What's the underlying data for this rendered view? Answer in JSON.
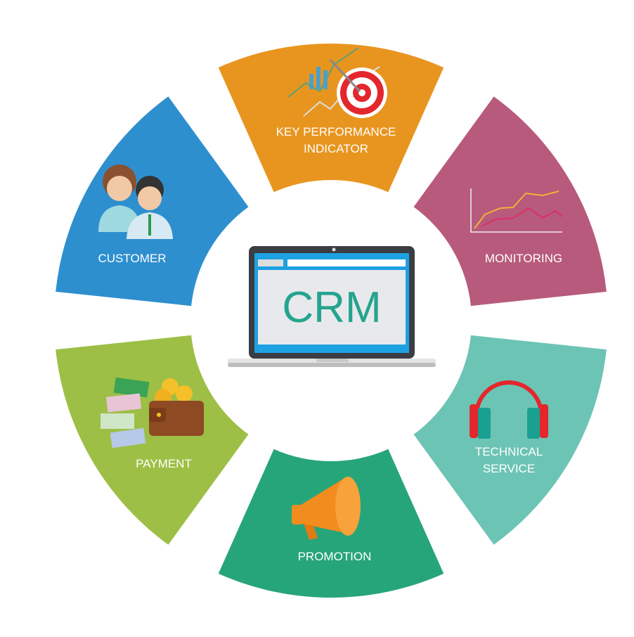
{
  "center": {
    "title": "CRM"
  },
  "segments": [
    {
      "id": "kpi",
      "label_line1": "KEY PERFORMANCE",
      "label_line2": "INDICATOR",
      "color": "#E8951F",
      "icon": "target-chart-icon"
    },
    {
      "id": "monitoring",
      "label_line1": "MONITORING",
      "color": "#B85A7B",
      "icon": "line-chart-icon"
    },
    {
      "id": "technical",
      "label_line1": "TECHNICAL",
      "label_line2": "SERVICE",
      "color": "#6CC4B4",
      "icon": "headphones-icon"
    },
    {
      "id": "promotion",
      "label_line1": "PROMOTION",
      "color": "#27A57A",
      "icon": "megaphone-icon"
    },
    {
      "id": "payment",
      "label_line1": "PAYMENT",
      "color": "#9DBF45",
      "icon": "wallet-money-icon"
    },
    {
      "id": "customer",
      "label_line1": "CUSTOMER",
      "color": "#2E8FCF",
      "icon": "people-icon"
    }
  ]
}
